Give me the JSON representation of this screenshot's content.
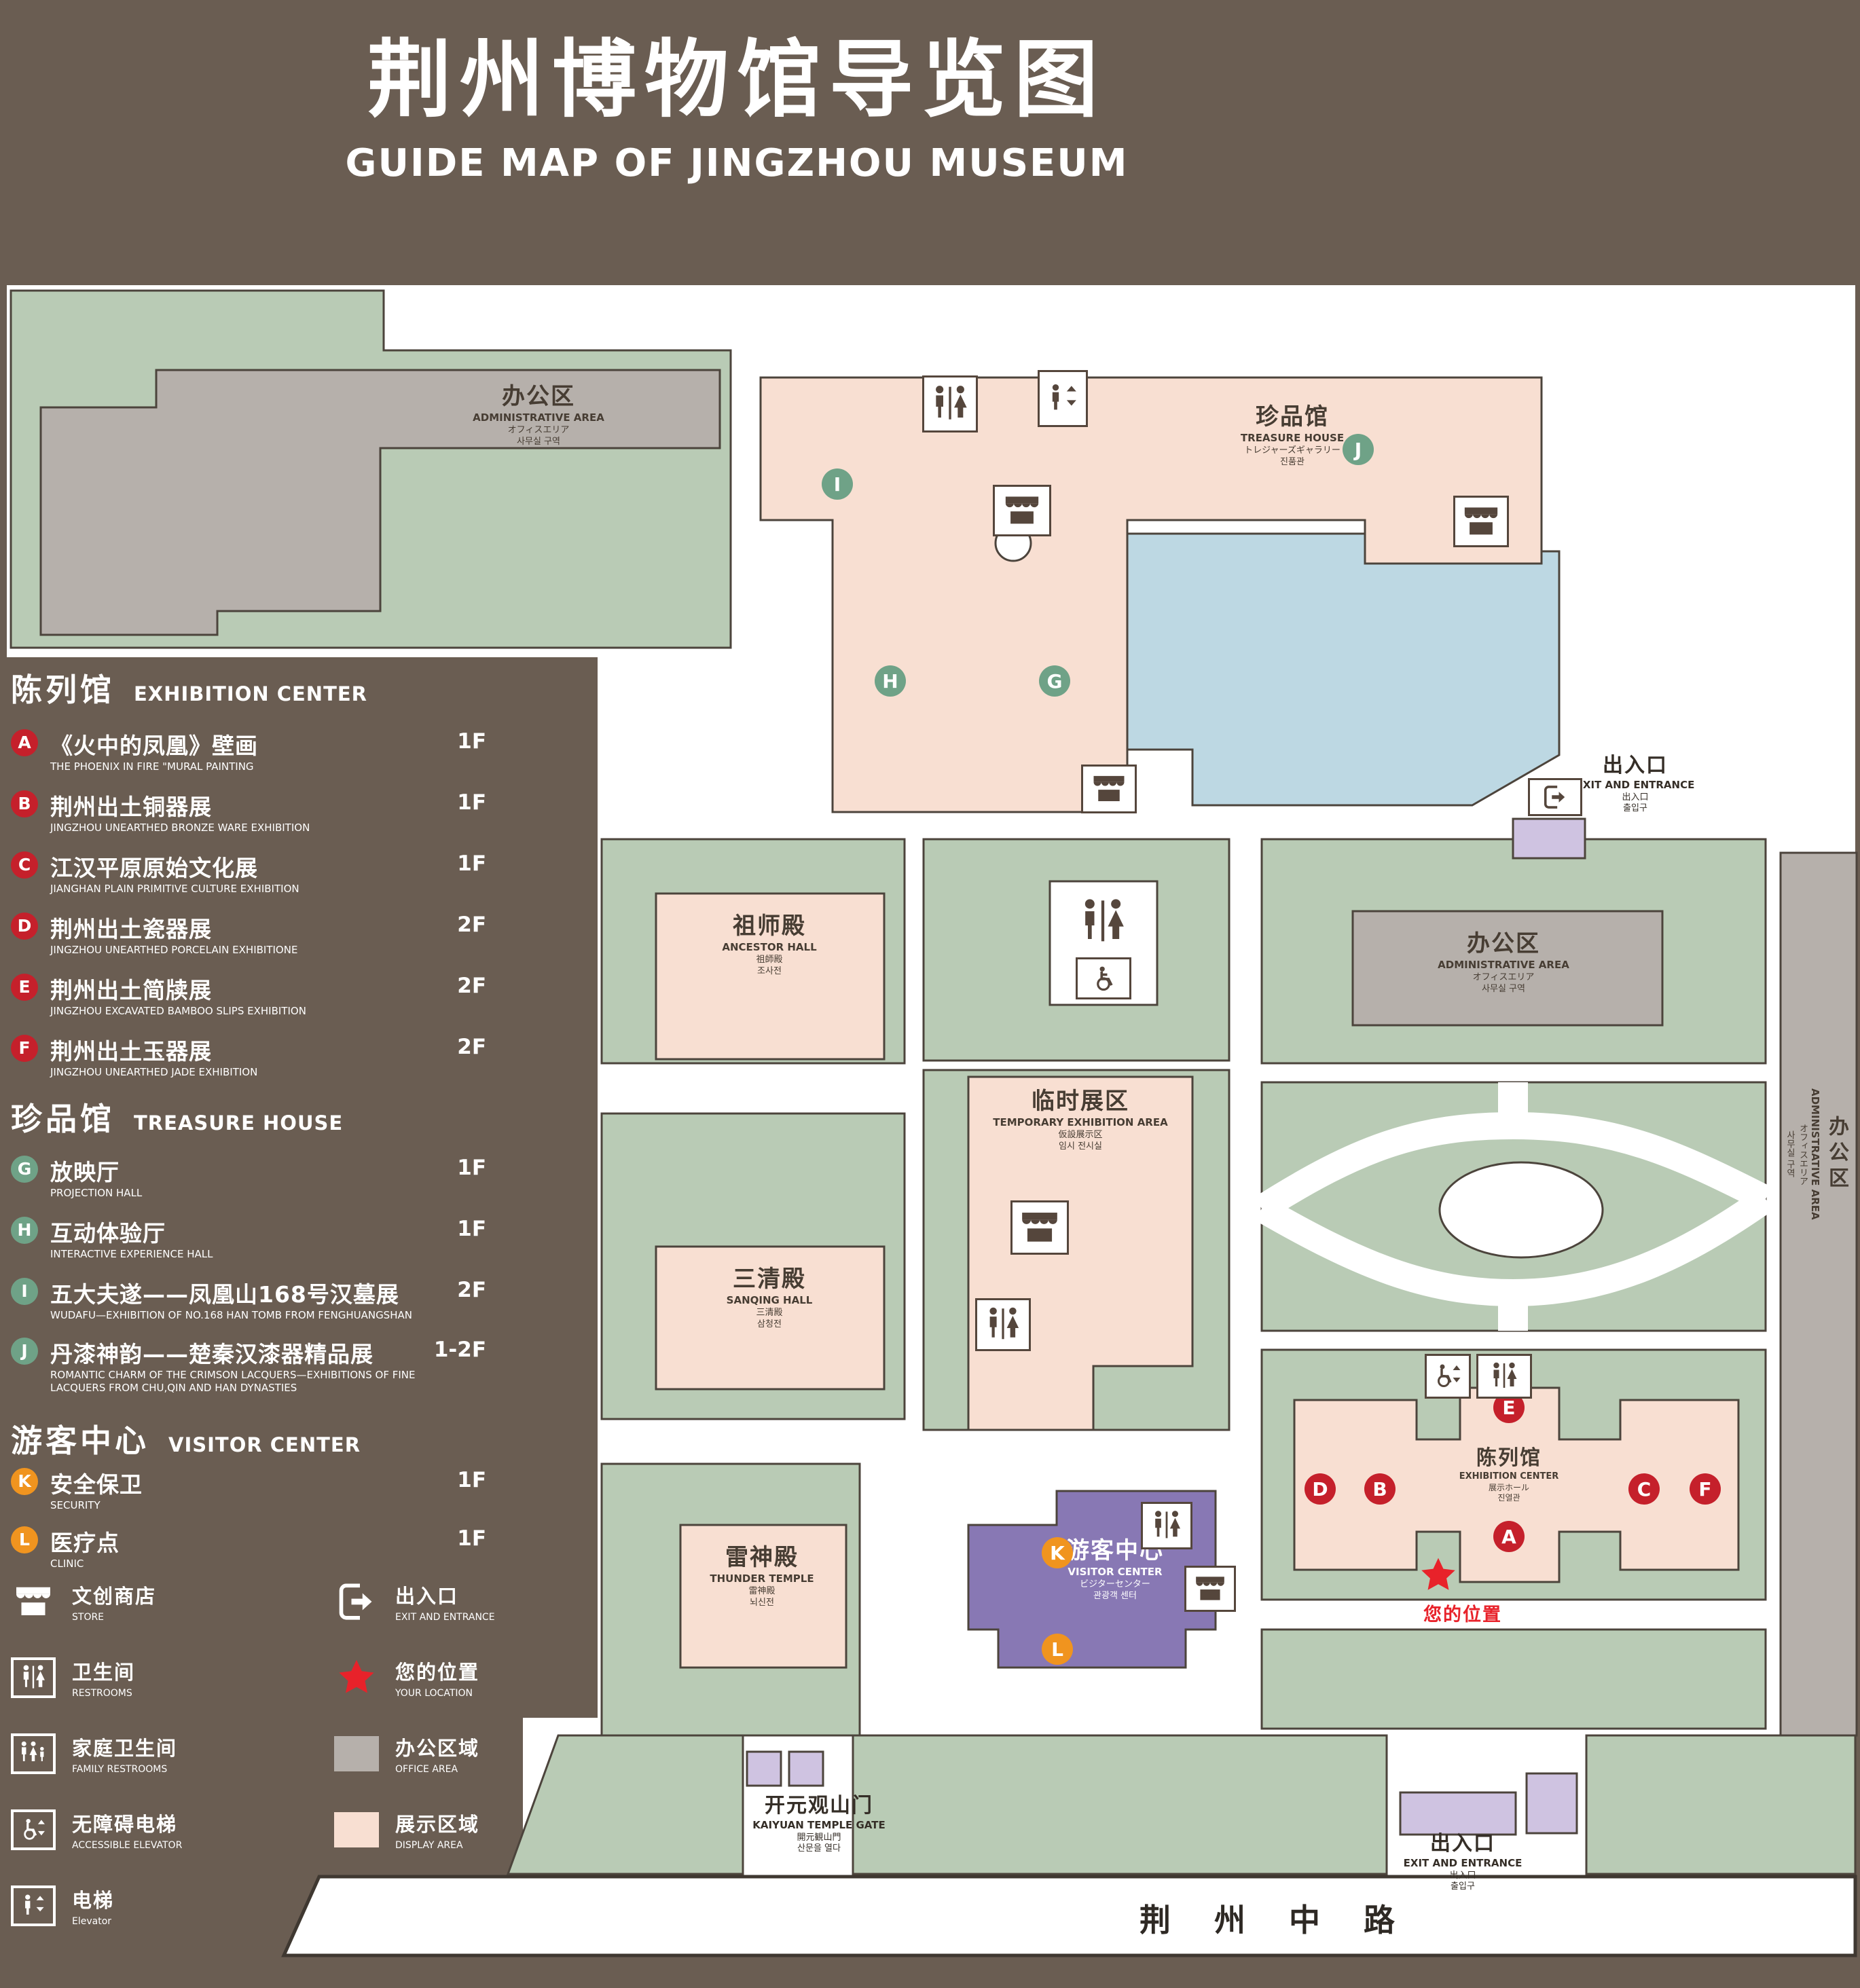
{
  "title": {
    "zh": "荆州博物馆导览图",
    "en": "GUIDE MAP OF JINGZHOU MUSEUM"
  },
  "colors": {
    "background": "#6A5D52",
    "map_white": "#FFFFFF",
    "grass": "#B9CBB5",
    "display_area": "#F8DFD2",
    "office_area": "#B6B0AB",
    "visitor_purple": "#8878B4",
    "entrance_lavender": "#CFC3E1",
    "water": "#BDD8E3",
    "marker_red": "#C5202B",
    "marker_green": "#6FA287",
    "marker_orange": "#F0941F",
    "location_red": "#E8222A"
  },
  "legend": {
    "sections": [
      {
        "zh": "陈列馆",
        "en": "EXHIBITION CENTER",
        "marker_color": "#C5202B",
        "items": [
          {
            "letter": "A",
            "zh": "《火中的凤凰》壁画",
            "en": "THE PHOENIX IN FIRE \"MURAL PAINTING",
            "floor": "1F"
          },
          {
            "letter": "B",
            "zh": "荆州出土铜器展",
            "en": "JINGZHOU UNEARTHED BRONZE WARE EXHIBITION",
            "floor": "1F"
          },
          {
            "letter": "C",
            "zh": "江汉平原原始文化展",
            "en": "JIANGHAN PLAIN PRIMITIVE CULTURE EXHIBITION",
            "floor": "1F"
          },
          {
            "letter": "D",
            "zh": "荆州出土瓷器展",
            "en": "JINGZHOU UNEARTHED PORCELAIN EXHIBITIONE",
            "floor": "2F"
          },
          {
            "letter": "E",
            "zh": "荆州出土简牍展",
            "en": "JINGZHOU EXCAVATED BAMBOO SLIPS EXHIBITION",
            "floor": "2F"
          },
          {
            "letter": "F",
            "zh": "荆州出土玉器展",
            "en": "JINGZHOU UNEARTHED JADE EXHIBITION",
            "floor": "2F"
          }
        ]
      },
      {
        "zh": "珍品馆",
        "en": "TREASURE HOUSE",
        "marker_color": "#6FA287",
        "items": [
          {
            "letter": "G",
            "zh": "放映厅",
            "en": "PROJECTION HALL",
            "floor": "1F"
          },
          {
            "letter": "H",
            "zh": "互动体验厅",
            "en": "INTERACTIVE EXPERIENCE HALL",
            "floor": "1F"
          },
          {
            "letter": "I",
            "zh": "五大夫遂——凤凰山168号汉墓展",
            "en": "WUDAFU—EXHIBITION OF NO.168 HAN TOMB FROM FENGHUANGSHAN",
            "floor": "2F"
          },
          {
            "letter": "J",
            "zh": "丹漆神韵——楚秦汉漆器精品展",
            "en": "ROMANTIC CHARM OF THE CRIMSON LACQUERS—EXHIBITIONS OF FINE LACQUERS FROM CHU,QIN AND HAN DYNASTIES",
            "floor": "1-2F"
          }
        ]
      },
      {
        "zh": "游客中心",
        "en": "VISITOR CENTER",
        "marker_color": "#F0941F",
        "items": [
          {
            "letter": "K",
            "zh": "安全保卫",
            "en": "SECURITY",
            "floor": "1F"
          },
          {
            "letter": "L",
            "zh": "医疗点",
            "en": "CLINIC",
            "floor": "1F"
          }
        ]
      }
    ],
    "symbols": [
      {
        "icon": "store-icon",
        "zh": "文创商店",
        "en": "STORE"
      },
      {
        "icon": "exit-icon",
        "zh": "出入口",
        "en": "EXIT AND ENTRANCE"
      },
      {
        "icon": "restrooms-icon",
        "zh": "卫生间",
        "en": "RESTROOMS"
      },
      {
        "icon": "location-star-icon",
        "zh": "您的位置",
        "en": "YOUR LOCATION"
      },
      {
        "icon": "family-restrooms-icon",
        "zh": "家庭卫生间",
        "en": "FAMILY RESTROOMS"
      },
      {
        "icon": "office-area-swatch",
        "zh": "办公区域",
        "en": "OFFICE AREA"
      },
      {
        "icon": "accessible-elevator-icon",
        "zh": "无障碍电梯",
        "en": "ACCESSIBLE ELEVATOR"
      },
      {
        "icon": "display-area-swatch",
        "zh": "展示区域",
        "en": "DISPLAY AREA"
      },
      {
        "icon": "elevator-icon",
        "zh": "电梯",
        "en": "Elevator"
      }
    ]
  },
  "map": {
    "buildings": {
      "admin": {
        "zh": "办公区",
        "en": "ADMINISTRATIVE AREA",
        "jp": "オフィスエリア",
        "kr": "사무실 구역"
      },
      "treasure": {
        "zh": "珍品馆",
        "en": "TREASURE HOUSE",
        "jp": "トレジャーズギャラリー",
        "kr": "진품관"
      },
      "ancestor": {
        "zh": "祖师殿",
        "en": "ANCESTOR HALL",
        "jp": "祖師殿",
        "kr": "조사전"
      },
      "temp": {
        "zh": "临时展区",
        "en": "TEMPORARY EXHIBITION AREA",
        "jp": "仮設展示区",
        "kr": "임시 전시실"
      },
      "sanqing": {
        "zh": "三清殿",
        "en": "SANQING HALL",
        "jp": "三清殿",
        "kr": "삼청전"
      },
      "thunder": {
        "zh": "雷神殿",
        "en": "THUNDER TEMPLE",
        "jp": "雷神殿",
        "kr": "뇌신전"
      },
      "visitor": {
        "zh": "游客中心",
        "en": "VISITOR CENTER",
        "jp": "ビジターセンター",
        "kr": "관광객 센터"
      },
      "exhibition": {
        "zh": "陈列馆",
        "en": "EXHIBITION CENTER",
        "jp": "展示ホール",
        "kr": "진열관"
      }
    },
    "exit": {
      "zh": "出入口",
      "en": "EXIT AND ENTRANCE",
      "jp": "出入口",
      "kr": "출입구"
    },
    "gate": {
      "zh": "开元观山门",
      "en": "KAIYUAN TEMPLE GATE",
      "jp": "開元観山門",
      "kr": "산문을 열다"
    },
    "road": "荆 州 中 路",
    "your_location": "您的位置",
    "markers": {
      "a": "A",
      "b": "B",
      "c": "C",
      "d": "D",
      "e": "E",
      "f": "F",
      "g": "G",
      "h": "H",
      "i": "I",
      "j": "J",
      "k": "K",
      "l": "L"
    }
  }
}
